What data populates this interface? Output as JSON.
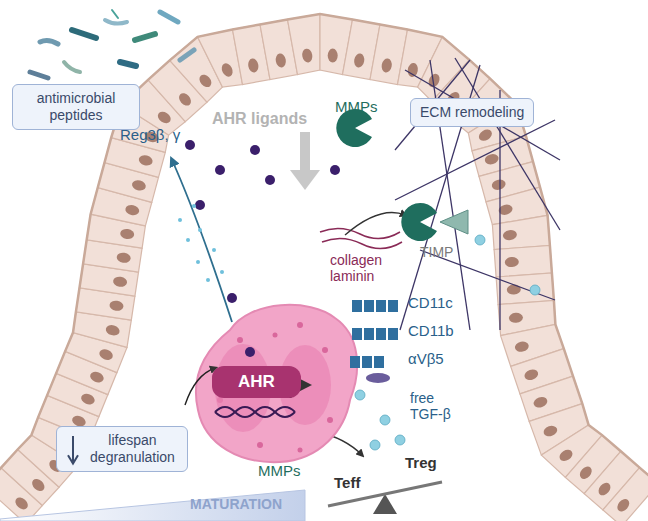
{
  "diagram": {
    "nodes": [
      {
        "text": [
          "antimicrobial peptides"
        ]
      },
      {
        "text": [
          "ECM remodeling"
        ]
      },
      {
        "text": [
          "AHR"
        ]
      },
      {
        "text": [
          "lifespan degranulation"
        ]
      }
    ],
    "labels": [
      "AHR ligands",
      "Reg3β, γ",
      "MMPs",
      "TIMP",
      "collagen laminin",
      "CD11c",
      "CD11b",
      "αVβ5",
      "MMPs",
      "free TGF-β",
      "Treg",
      "Teff",
      "MATURATION"
    ]
  }
}
